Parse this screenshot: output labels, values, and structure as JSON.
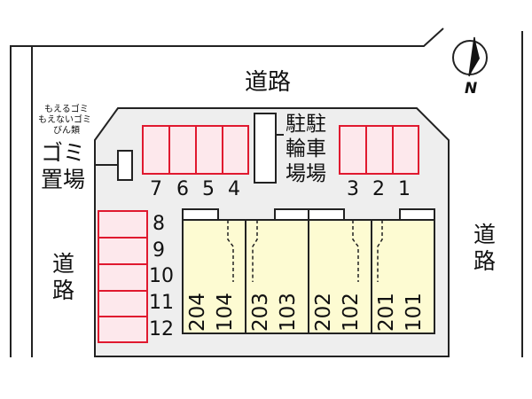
{
  "roads": {
    "top": "道路",
    "left": "道路",
    "right": "道路"
  },
  "compass": {
    "label": "N"
  },
  "trash": {
    "notes": [
      "もえるゴミ",
      "もえないゴミ",
      "びん類"
    ],
    "label_line1": "ゴミ",
    "label_line2": "置場"
  },
  "bike_parking": {
    "line1": "駐駐",
    "line2": "輪車",
    "line3": "場場"
  },
  "parking": {
    "left_group": [
      "7",
      "6",
      "5",
      "4"
    ],
    "right_group": [
      "3",
      "2",
      "1"
    ],
    "side_group": [
      "8",
      "9",
      "10",
      "11",
      "12"
    ]
  },
  "units": [
    "204",
    "104",
    "203",
    "103",
    "202",
    "102",
    "201",
    "101"
  ],
  "colors": {
    "parking_fill": "#fde8ec",
    "parking_stroke": "#e0192f",
    "building_fill": "#fdfbd2",
    "site_fill": "#eeeeee",
    "line": "#222222"
  }
}
